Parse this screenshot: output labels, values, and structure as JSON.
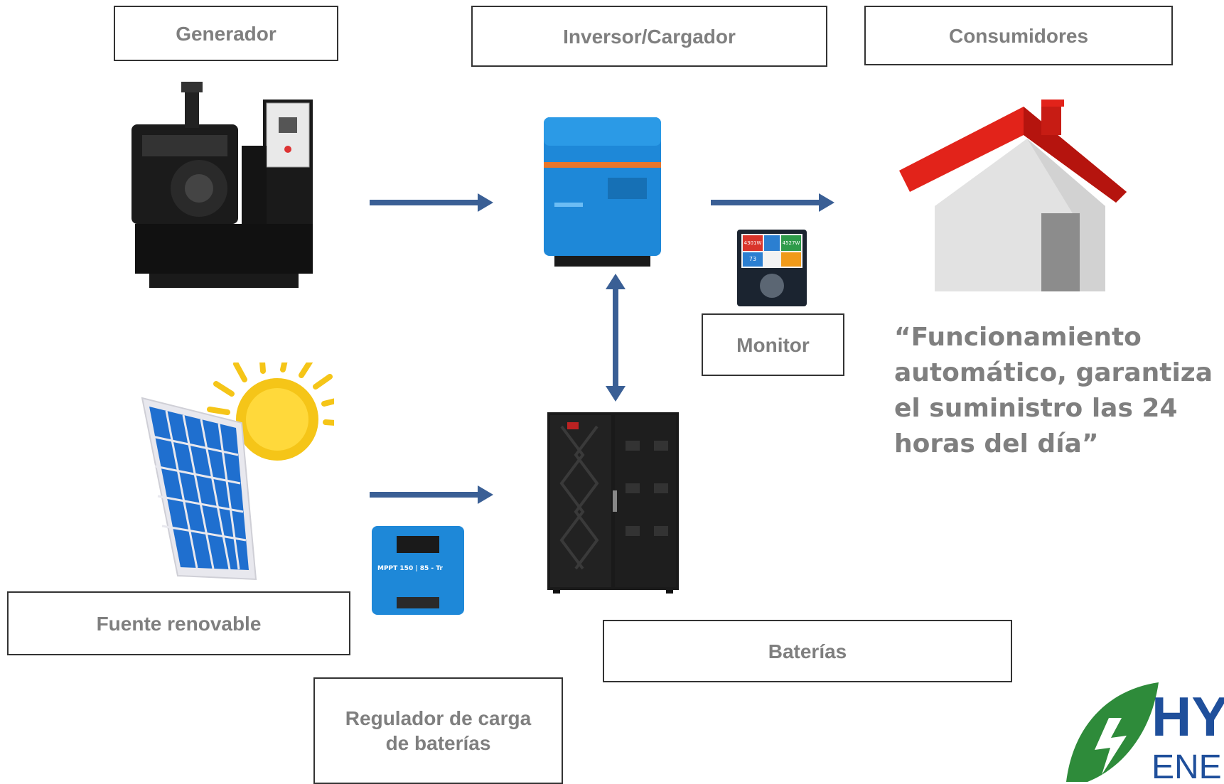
{
  "labels": {
    "generator": "Generador",
    "inverter": "Inversor/Cargador",
    "consumers": "Consumidores",
    "monitor": "Monitor",
    "renewable": "Fuente renovable",
    "batteries": "Baterías",
    "regulator": "Regulador de carga de baterías"
  },
  "quote": "“Funcionamiento automático, garantiza el suministro las 24 horas del día”",
  "logo": {
    "text": "HY",
    "subtext": "ENER"
  },
  "device_text": {
    "charge_controller_model": "MPPT 150 | 85 - Tr",
    "monitor_reading_1": "4301W",
    "monitor_reading_2": "4527W",
    "monitor_reading_3": "73"
  },
  "colors": {
    "arrow": "#3a5f95",
    "label_text": "#7f7f7f",
    "roof": "#e2231a",
    "victron_blue": "#1e88d8",
    "logo_green": "#2e8b3a",
    "logo_blue": "#1f4f9b"
  }
}
